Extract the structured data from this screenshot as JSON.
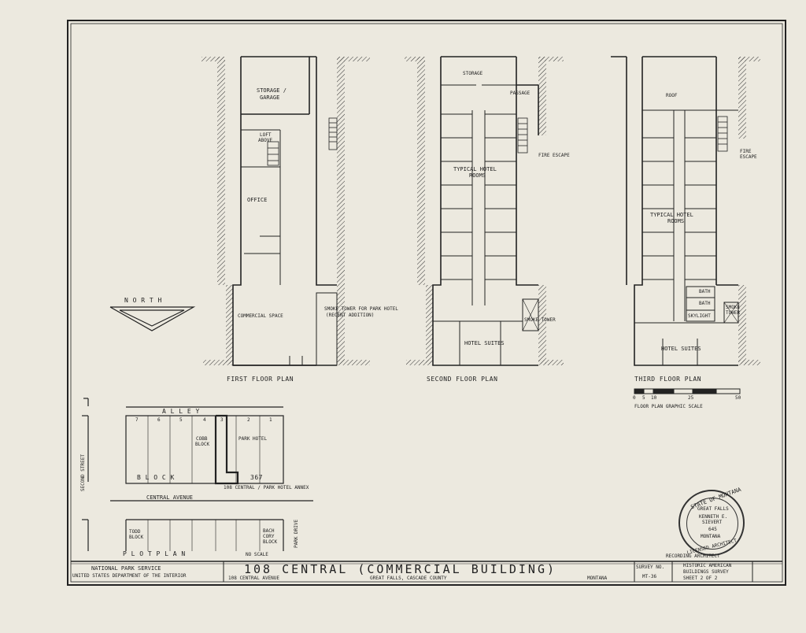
{
  "sheet": {
    "plans": {
      "first_floor": {
        "title": "FIRST   FLOOR   PLAN",
        "rooms": {
          "storage_garage_1": "STORAGE /",
          "storage_garage_2": "GARAGE",
          "loft_1": "LOFT",
          "loft_2": "ABOVE",
          "office": "OFFICE",
          "commercial_space": "COMMERCIAL  SPACE",
          "smoke_tower_1": "SMOKE TOWER FOR PARK HOTEL",
          "smoke_tower_2": "(RECENT ADDITION)"
        }
      },
      "second_floor": {
        "title": "SECOND   FLOOR   PLAN",
        "rooms": {
          "storage": "STORAGE",
          "passage": "PASSAGE",
          "fire_escape": "FIRE ESCAPE",
          "typical_rooms_1": "TYPICAL HOTEL",
          "typical_rooms_2": "ROOMS",
          "smoke_tower": "SMOKE TOWER",
          "hotel_suites": "HOTEL  SUITES"
        }
      },
      "third_floor": {
        "title": "THIRD   FLOOR   PLAN",
        "rooms": {
          "roof": "ROOF",
          "fire_escape_1": "FIRE",
          "fire_escape_2": "ESCAPE",
          "typical_rooms_1": "TYPICAL   HOTEL",
          "typical_rooms_2": "ROOMS",
          "bath_1": "BATH",
          "bath_2": "BATH",
          "skylight": "SKYLIGHT",
          "smoke_tower_1": "SMOKE",
          "smoke_tower_2": "TOWER",
          "hotel_suites": "HOTEL  SUITES"
        }
      }
    },
    "north_arrow": "N O R T H",
    "scale": {
      "ticks": [
        "0",
        "5",
        "10",
        "25",
        "50"
      ],
      "caption": "FLOOR  PLAN  GRAPHIC  SCALE"
    },
    "plot_plan": {
      "title": "P L O T   P L A N",
      "no_scale": "NO  SCALE",
      "alley": "A  L  L  E  Y",
      "block": "B   L   O   C   K",
      "block_number": "367",
      "lot_numbers": [
        "7",
        "6",
        "5",
        "4",
        "3",
        "2",
        "1"
      ],
      "cobb_1": "COBB",
      "cobb_2": "BLOCK",
      "park_hotel": "PARK  HOTEL",
      "annex": "108 CENTRAL / PARK HOTEL ANNEX",
      "central_avenue": "CENTRAL   AVENUE",
      "second_street": "SECOND   STREET",
      "park_drive": "PARK   DRIVE",
      "todd_1": "TODD",
      "todd_2": "BLOCK",
      "bach_1": "BACH",
      "bach_2": "CORY",
      "bach_3": "BLOCK"
    },
    "seal": {
      "ring_top": "STATE OF MONTANA",
      "ring_bottom": "LICENSED ARCHITECT",
      "line1": "GREAT FALLS",
      "line2": "KENNETH E.",
      "line3": "SIEVERT",
      "line4": "645",
      "line5": "MONTANA"
    },
    "recording_architect": "RECORDING ARCHITECT",
    "title_block": {
      "agency_1": "NATIONAL  PARK  SERVICE",
      "agency_2": "UNITED STATES DEPARTMENT OF THE INTERIOR",
      "building_name": "108  CENTRAL  (COMMERCIAL  BUILDING)",
      "address": "108  CENTRAL  AVENUE",
      "city": "GREAT  FALLS,  CASCADE  COUNTY",
      "state": "MONTANA",
      "survey_label": "SURVEY NO.",
      "survey_number": "MT-36",
      "program_1": "HISTORIC  AMERICAN",
      "program_2": "BUILDINGS  SURVEY",
      "sheet": "SHEET  2  OF  2"
    }
  }
}
